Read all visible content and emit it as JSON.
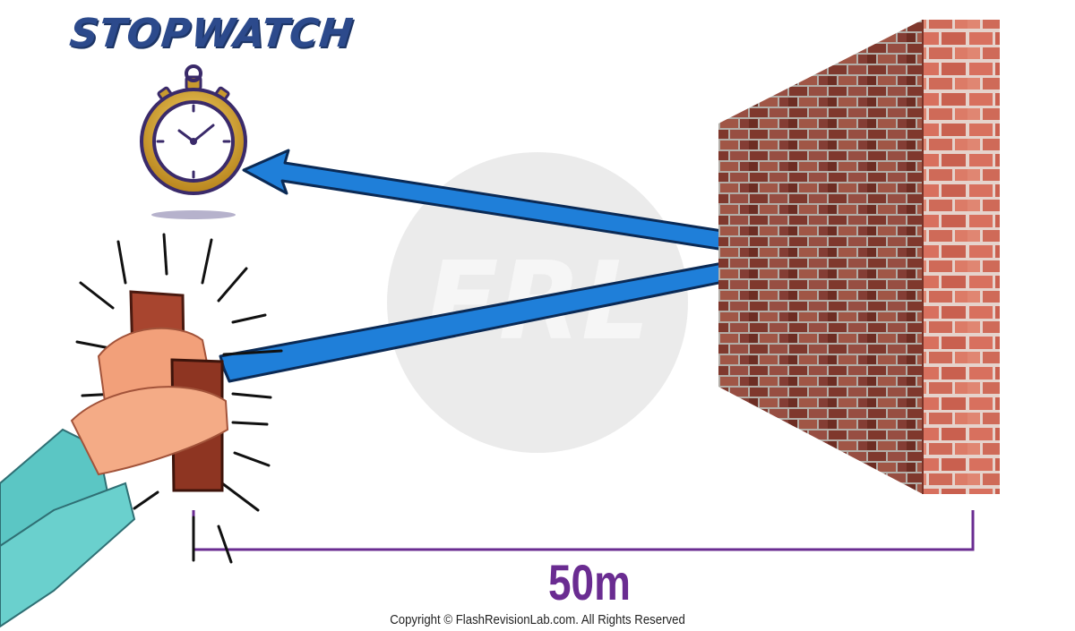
{
  "title": "STOPWATCH",
  "distance_label": "50m",
  "copyright": "Copyright © FlashRevisionLab.com. All Rights Reserved",
  "watermark": "FRL",
  "icons": {
    "stopwatch": "stopwatch-icon",
    "wall": "brick-wall-icon",
    "hands": "clapping-hands-with-bricks-icon",
    "arrow_out": "arrow-to-wall-icon",
    "arrow_back": "arrow-echo-return-icon"
  },
  "colors": {
    "title": "#2c4a8c",
    "distance": "#6a2c91",
    "arrow": "#1f7fd9",
    "brick": "#9c4a3e"
  }
}
